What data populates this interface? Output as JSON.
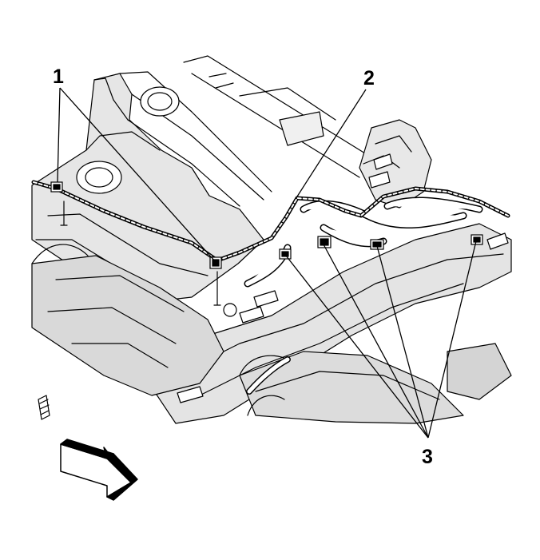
{
  "callouts": {
    "c1": "1",
    "c2": "2",
    "c3": "3"
  },
  "colors": {
    "background": "#ffffff",
    "line": "#000000",
    "shade": "#e2e2e2",
    "shade_dark": "#c9c9c9"
  },
  "icons": {
    "direction_arrow": "front-arrow-icon"
  }
}
